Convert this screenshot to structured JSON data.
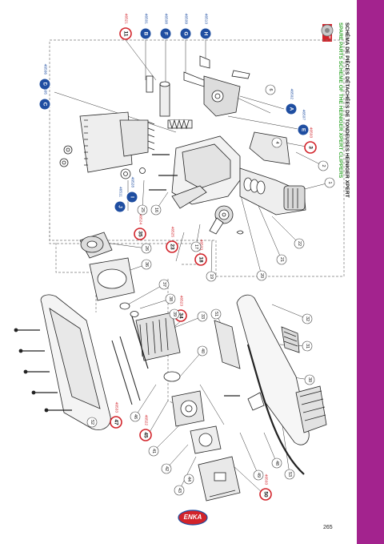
{
  "titles": {
    "fr": "SCHÉMA DE PIÈCES DÉTACHÉES DE TONDEUSES HEINIGER XPERT",
    "en": "SPARE PARTS SCHEME OF THE HEINIGER XPERT CLIPPERS"
  },
  "brand": {
    "logo_text": "ENKA",
    "badge_text": "heiniger"
  },
  "page_number": "265",
  "colors": {
    "accent_bar": "#a3238e",
    "red_callout": "#d2232a",
    "blue_callout": "#1f4ea1",
    "title_green": "#3aa935",
    "logo_red": "#d2232a"
  },
  "callouts": [
    {
      "id": "H",
      "kind": "blue",
      "code": "46510"
    },
    {
      "id": "G",
      "kind": "blue",
      "code": "46509"
    },
    {
      "id": "F",
      "kind": "blue",
      "code": "46508"
    },
    {
      "id": "B",
      "kind": "blue",
      "code": "46501"
    },
    {
      "id": "11",
      "kind": "red",
      "code": "46521"
    },
    {
      "id": "A",
      "kind": "blue",
      "code": "46502"
    },
    {
      "id": "E",
      "kind": "blue",
      "code": "46507"
    },
    {
      "id": "3",
      "kind": "red",
      "code": "46503"
    },
    {
      "id": "D",
      "kind": "blue",
      "code": "46506"
    },
    {
      "id": "C",
      "kind": "blue",
      "code": "46505"
    },
    {
      "id": "I",
      "kind": "blue",
      "code": "46528"
    },
    {
      "id": "J",
      "kind": "blue",
      "code": "46511"
    },
    {
      "id": "35",
      "kind": "red",
      "code": "46524"
    },
    {
      "id": "23",
      "kind": "red",
      "code": "46525"
    },
    {
      "id": "18",
      "kind": "red",
      "code": "46520"
    },
    {
      "id": "34",
      "kind": "red",
      "code": "46523"
    },
    {
      "id": "45",
      "kind": "red",
      "code": "46522"
    },
    {
      "id": "47",
      "kind": "red",
      "code": "46533"
    },
    {
      "id": "50",
      "kind": "red",
      "code": "46503"
    }
  ],
  "part_numbers": [
    "1",
    "2",
    "4",
    "6",
    "16",
    "17",
    "19",
    "20",
    "21",
    "22",
    "25",
    "26",
    "30",
    "31",
    "32",
    "33",
    "36",
    "37",
    "38",
    "39",
    "40",
    "41",
    "42",
    "43",
    "44",
    "46",
    "48",
    "49",
    "51",
    "52",
    "53"
  ]
}
